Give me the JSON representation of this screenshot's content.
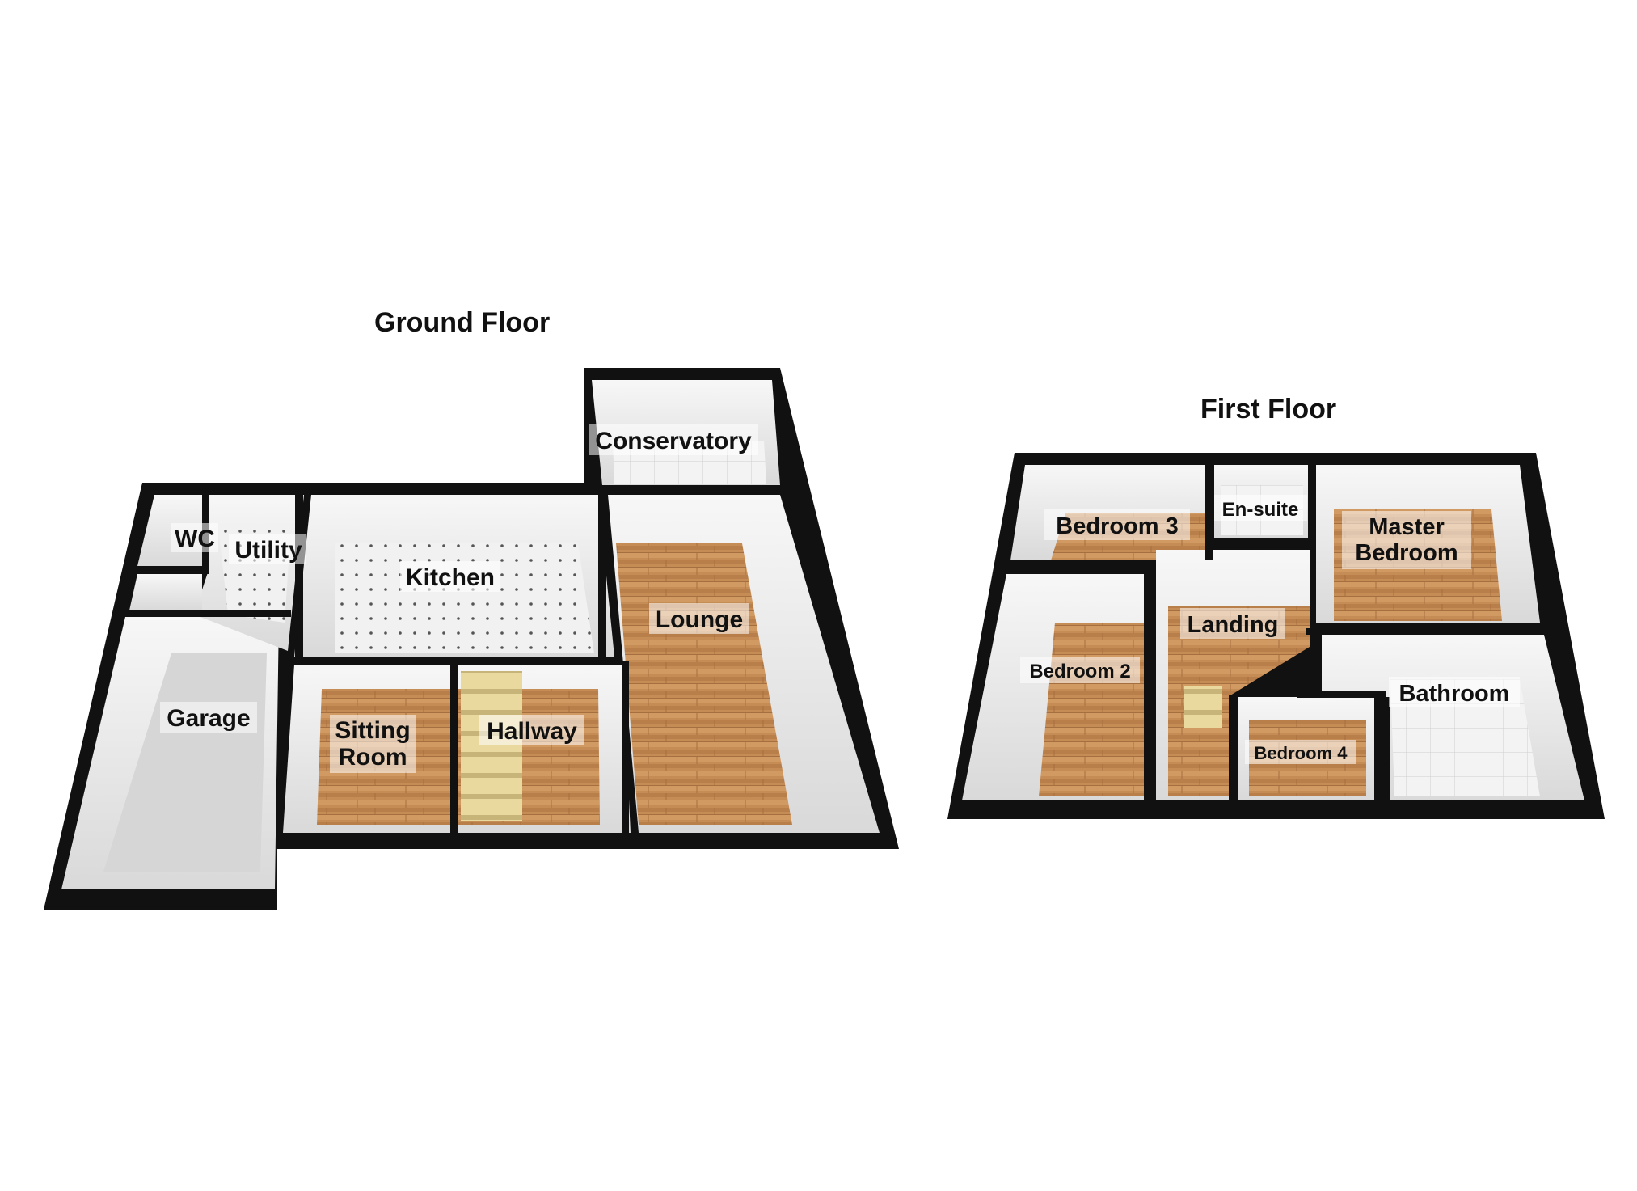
{
  "ground_floor": {
    "title": "Ground Floor",
    "rooms": {
      "conservatory": "Conservatory",
      "wc": "WC",
      "utility": "Utility",
      "kitchen": "Kitchen",
      "lounge": "Lounge",
      "garage": "Garage",
      "sitting_room_1": "Sitting",
      "sitting_room_2": "Room",
      "hallway": "Hallway"
    }
  },
  "first_floor": {
    "title": "First Floor",
    "rooms": {
      "bedroom_3": "Bedroom 3",
      "en_suite": "En-suite",
      "master_bedroom_1": "Master",
      "master_bedroom_2": "Bedroom",
      "bedroom_2": "Bedroom 2",
      "landing": "Landing",
      "bathroom": "Bathroom",
      "bedroom_4": "Bedroom 4"
    }
  },
  "colors": {
    "wall": "#111111",
    "inner_wall": "#e9e9e9",
    "wood_floor": "#c9915a",
    "tile_floor": "#eeeeee",
    "garage_floor": "#d9d9d9",
    "stairs": "#e6d49a"
  }
}
